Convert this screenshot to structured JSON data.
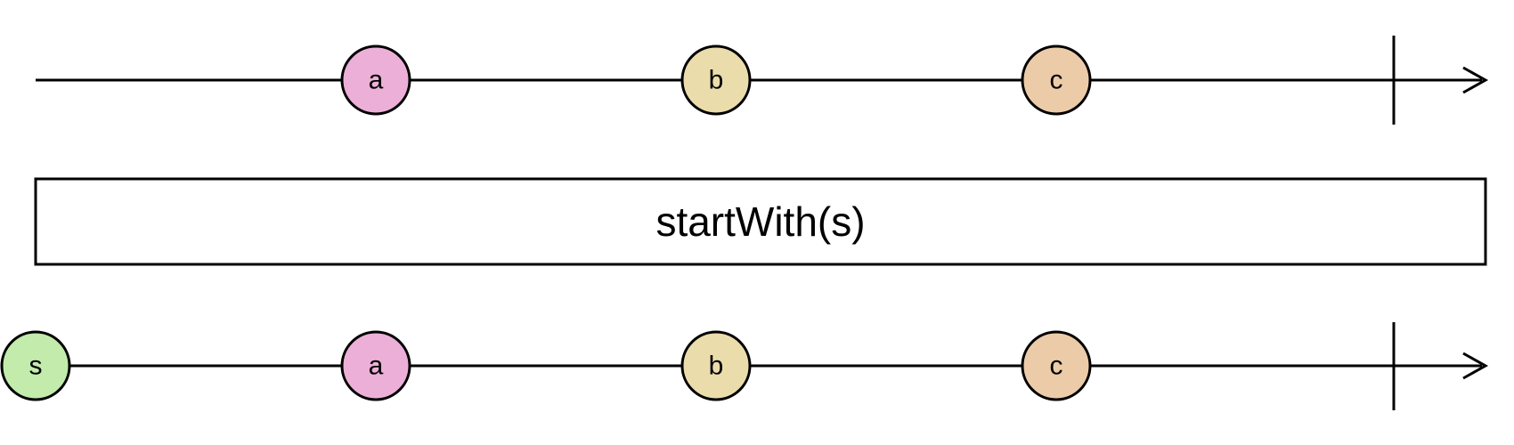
{
  "diagram": {
    "type": "marble-diagram",
    "operator": {
      "label": "startWith(s)"
    },
    "source": {
      "marbles": [
        {
          "label": "a",
          "color": "#ecb0d8"
        },
        {
          "label": "b",
          "color": "#ebdcac"
        },
        {
          "label": "c",
          "color": "#eccca8"
        }
      ],
      "completes": true
    },
    "result": {
      "marbles": [
        {
          "label": "s",
          "color": "#c2ebac"
        },
        {
          "label": "a",
          "color": "#ecb0d8"
        },
        {
          "label": "b",
          "color": "#ebdcac"
        },
        {
          "label": "c",
          "color": "#eccca8"
        }
      ],
      "completes": true
    }
  }
}
